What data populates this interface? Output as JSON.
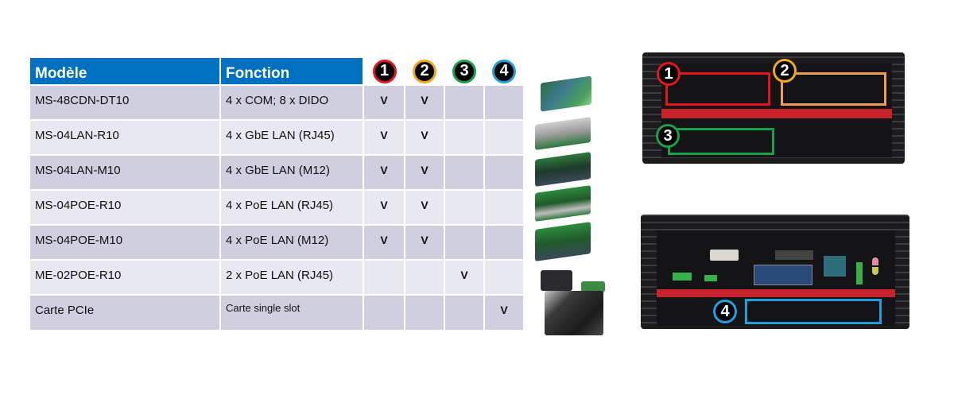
{
  "table": {
    "headers": {
      "model": "Modèle",
      "function": "Fonction"
    },
    "slots": [
      {
        "number": "1",
        "color": "#e4161b"
      },
      {
        "number": "2",
        "color": "#f0a818"
      },
      {
        "number": "3",
        "color": "#1aa048"
      },
      {
        "number": "4",
        "color": "#1ea0dc"
      }
    ],
    "rows": [
      {
        "model": "MS-48CDN-DT10",
        "function": "4 x COM; 8 x DIDO",
        "s1": "V",
        "s2": "V",
        "s3": "",
        "s4": ""
      },
      {
        "model": "MS-04LAN-R10",
        "function": "4 x GbE LAN (RJ45)",
        "s1": "V",
        "s2": "V",
        "s3": "",
        "s4": ""
      },
      {
        "model": "MS-04LAN-M10",
        "function": "4 x GbE LAN (M12)",
        "s1": "V",
        "s2": "V",
        "s3": "",
        "s4": ""
      },
      {
        "model": "MS-04POE-R10",
        "function": "4 x PoE LAN (RJ45)",
        "s1": "V",
        "s2": "V",
        "s3": "",
        "s4": ""
      },
      {
        "model": "MS-04POE-M10",
        "function": "4 x PoE LAN (M12)",
        "s1": "V",
        "s2": "V",
        "s3": "",
        "s4": ""
      },
      {
        "model": "ME-02POE-R10",
        "function": "2 x PoE LAN (RJ45)",
        "s1": "",
        "s2": "",
        "s3": "V",
        "s4": ""
      },
      {
        "model": "Carte PCIe",
        "function": "Carte single slot",
        "s1": "",
        "s2": "",
        "s3": "",
        "s4": "V"
      }
    ]
  },
  "images": {
    "module_photos": [
      "MS-48CDN-DT10 module",
      "MS-04LAN-R10 module",
      "MS-04LAN-M10 module",
      "MS-04POE-R10 module",
      "MS-04POE-M10 module",
      "ME-02POE-R10 module",
      "PCIe card"
    ],
    "front_view": {
      "zones": [
        "1",
        "2",
        "3"
      ]
    },
    "rear_view": {
      "zones": [
        "4"
      ]
    }
  }
}
